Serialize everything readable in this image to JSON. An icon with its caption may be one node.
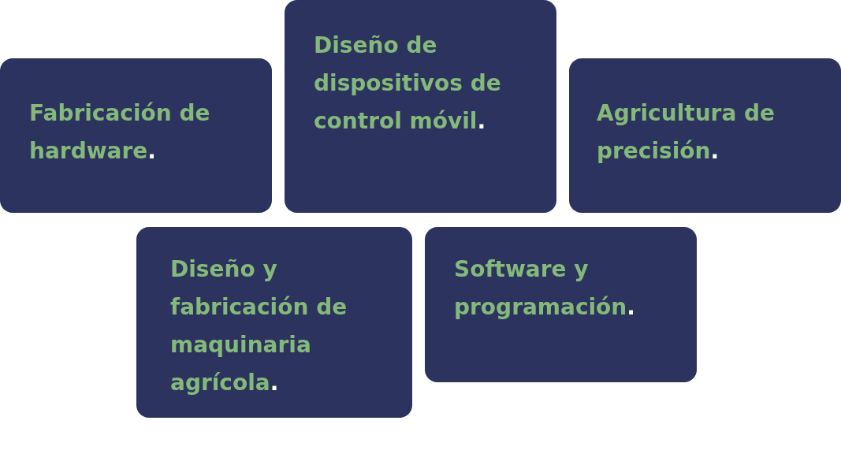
{
  "diagram": {
    "nodes": [
      {
        "text": [
          "Fabricación de hardware."
        ]
      },
      {
        "text": [
          "Diseño de dispositivos de control móvil."
        ]
      },
      {
        "text": [
          "Agricultura de precisión."
        ]
      },
      {
        "text": [
          "Diseño y fabricación de maquinaria agrícola."
        ]
      },
      {
        "text": [
          "Software y programación."
        ]
      }
    ]
  }
}
